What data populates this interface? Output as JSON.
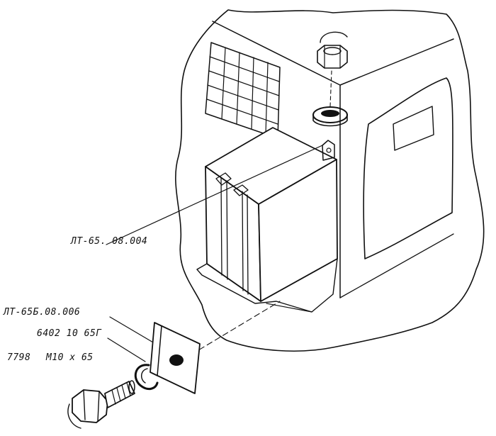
{
  "callouts": {
    "tank_part": "ЛТ-65. 08.004",
    "plate_part": "ЛТ-65Б.08.006",
    "washer_part": "6402 10 65Г",
    "bolt_std": "7798",
    "bolt_size": "М10 х 65"
  },
  "colors": {
    "ink": "#111111",
    "paper": "#ffffff"
  }
}
